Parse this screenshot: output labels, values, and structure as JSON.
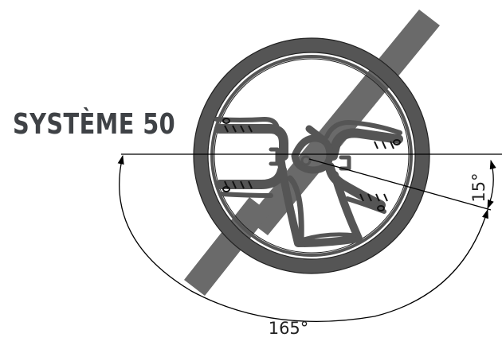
{
  "title": "SYSTÈME 50",
  "dimensions": {
    "small_angle": "15°",
    "large_angle": "165°"
  },
  "colors": {
    "body": "#555555",
    "title": "#3f4246",
    "lines": "#000000"
  }
}
